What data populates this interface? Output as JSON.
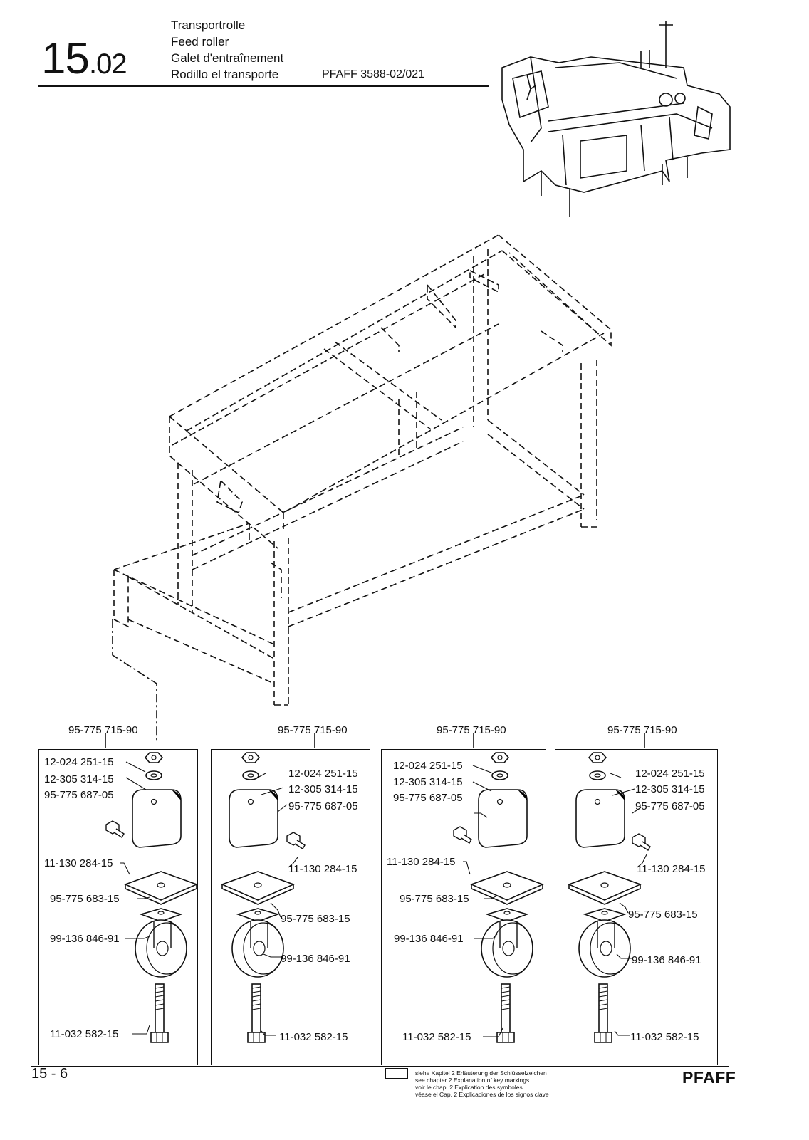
{
  "header": {
    "section_main": "15",
    "section_sub": ".02",
    "titles": [
      "Transportrolle",
      "Feed roller",
      "Galet d'entraînement",
      "Rodillo el transporte"
    ],
    "model": "PFAFF 3588-02/021"
  },
  "assemblies": [
    {
      "assembly_part": "95-775 715-90",
      "parts": [
        "12-024 251-15",
        "12-305 314-15",
        "95-775 687-05",
        "11-130 284-15",
        "95-775 683-15",
        "99-136 846-91",
        "11-032 582-15"
      ]
    },
    {
      "assembly_part": "95-775 715-90",
      "parts": [
        "12-024 251-15",
        "12-305 314-15",
        "95-775 687-05",
        "11-130 284-15",
        "95-775 683-15",
        "99-136 846-91",
        "11-032 582-15"
      ]
    },
    {
      "assembly_part": "95-775 715-90",
      "parts": [
        "12-024 251-15",
        "12-305 314-15",
        "95-775 687-05",
        "11-130 284-15",
        "95-775 683-15",
        "99-136 846-91",
        "11-032 582-15"
      ]
    },
    {
      "assembly_part": "95-775 715-90",
      "parts": [
        "12-024 251-15",
        "12-305 314-15",
        "95-775 687-05",
        "11-130 284-15",
        "95-775 683-15",
        "99-136 846-91",
        "11-032 582-15"
      ]
    }
  ],
  "footer": {
    "page_number": "15 - 6",
    "legend_lines": [
      "siehe Kapitel 2 Erläuterung der Schlüsselzeichen",
      "see chapter 2 Explanation of key markings",
      "voir le chap. 2 Explication des symboles",
      "véase el Cap. 2 Explicaciones de los signos clave"
    ],
    "brand": "PFAFF"
  }
}
